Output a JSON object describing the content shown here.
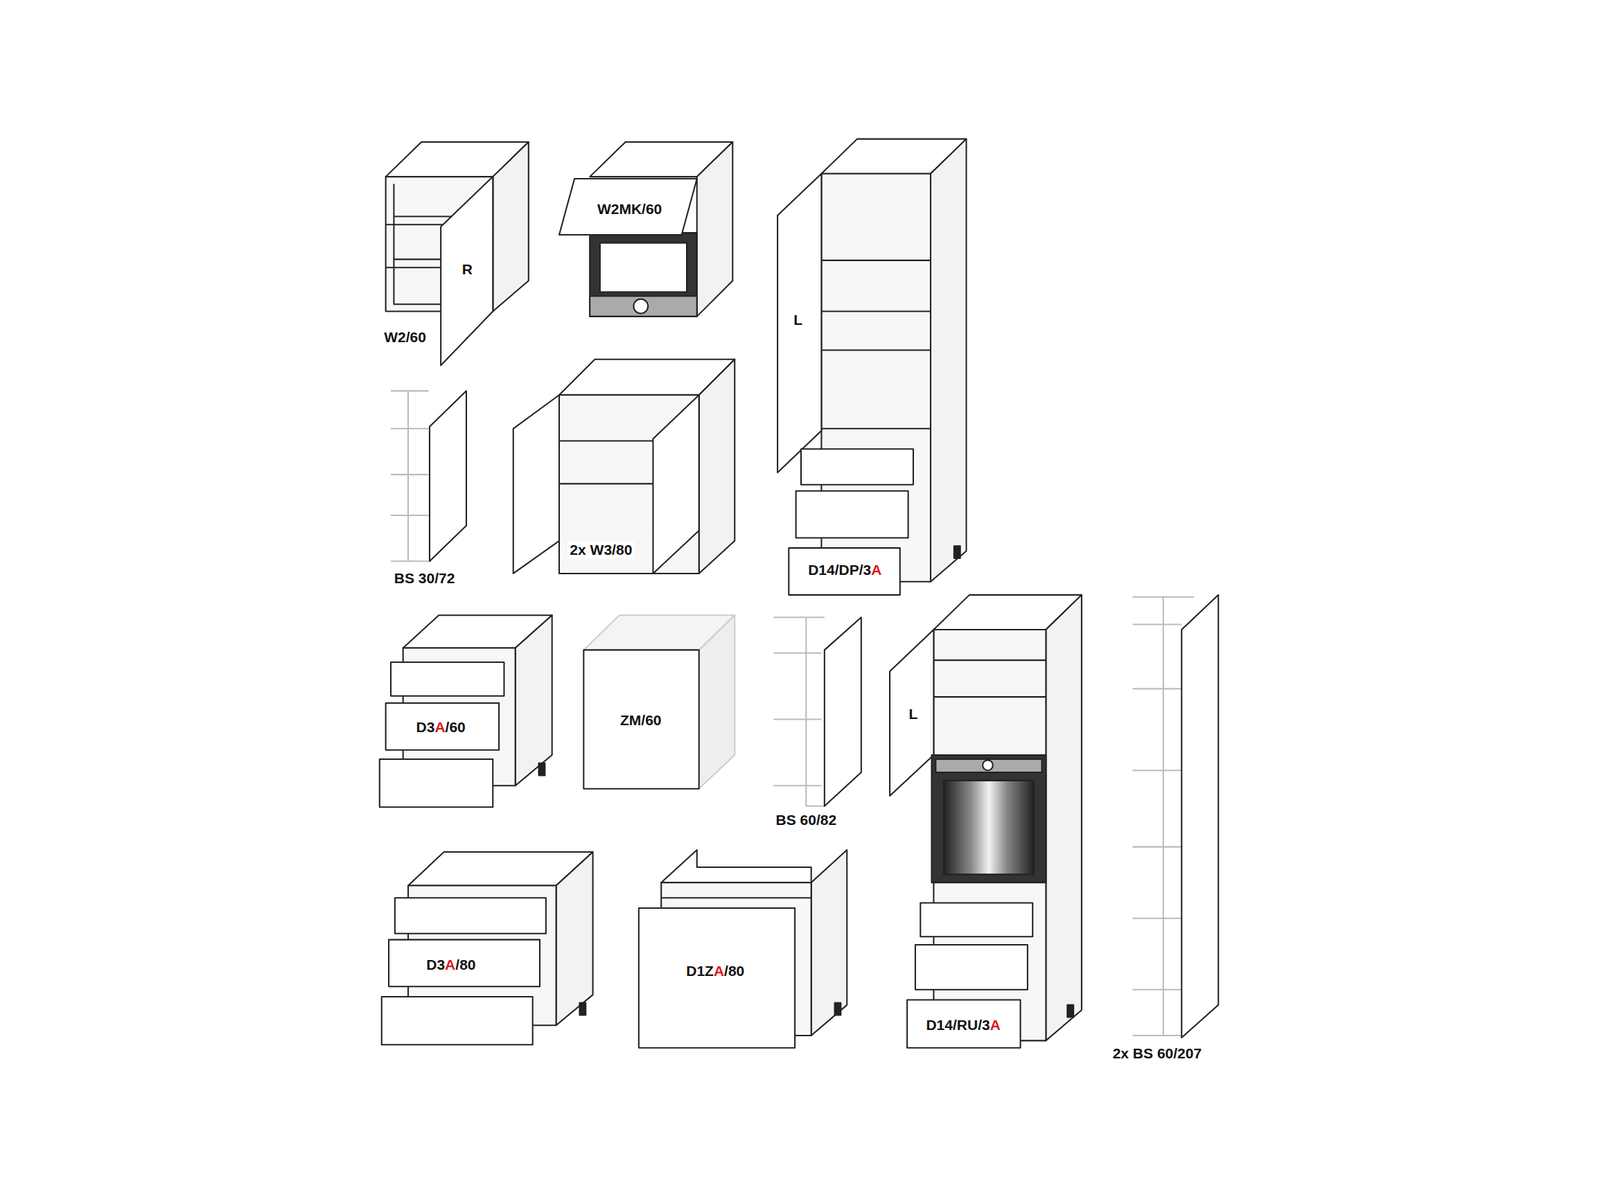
{
  "diagram": {
    "labels": [
      "R",
      "W2/60",
      "W2MK/60",
      "L",
      "BS 30/72",
      "2x W3/80",
      "D14/DP/3A",
      "D3A/60",
      "ZM/60",
      "BS 60/82",
      "L",
      "D14/RU/3A",
      "D3A/80",
      "D1ZA/80",
      "2x BS 60/207"
    ]
  }
}
